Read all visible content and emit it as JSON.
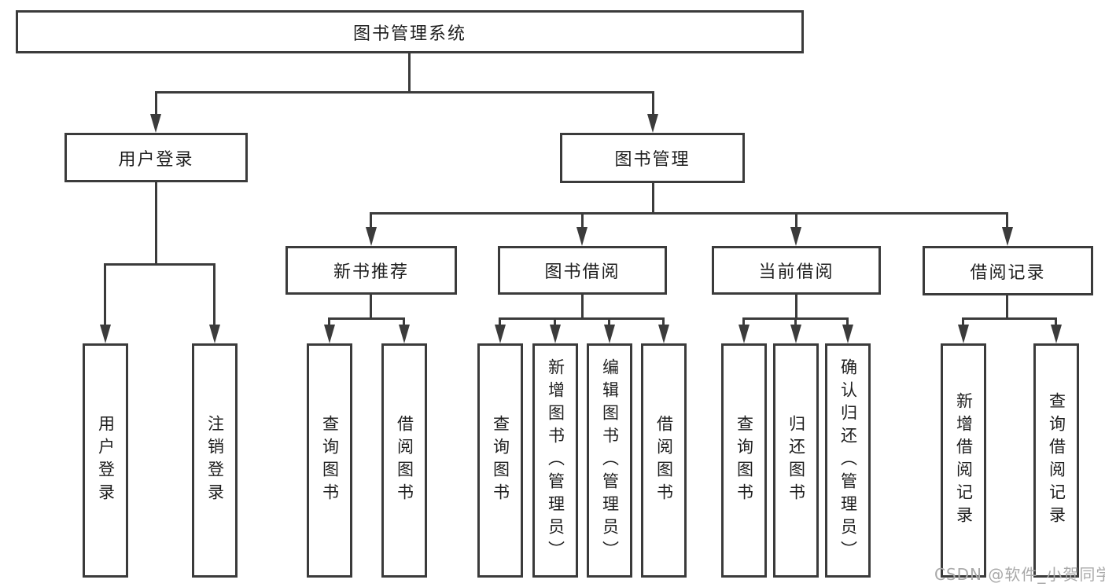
{
  "diagram": {
    "title": "图书管理系统",
    "type": "hierarchy-tree",
    "colors": {
      "line": "#3b3b3b",
      "text": "#1e1e1e",
      "background": "#ffffff",
      "watermark": "#a9a9a9"
    }
  },
  "watermark": {
    "text": "CSDN @软件_小贺同学"
  },
  "nodes": {
    "root": {
      "label": "图书管理系统"
    },
    "user_login": {
      "label": "用户登录"
    },
    "book_management": {
      "label": "图书管理"
    },
    "new_book_recommend": {
      "label": "新书推荐"
    },
    "book_borrowing": {
      "label": "图书借阅"
    },
    "current_borrowing": {
      "label": "当前借阅"
    },
    "borrowing_records": {
      "label": "借阅记录"
    },
    "login_user_login": {
      "label": "用户登录"
    },
    "login_logout": {
      "label": "注销登录"
    },
    "recommend_query_books": {
      "label": "查询图书"
    },
    "recommend_borrow_books": {
      "label": "借阅图书"
    },
    "borrow_query_books": {
      "label": "查询图书"
    },
    "borrow_add_books": {
      "label": "新增图书（管理员）"
    },
    "borrow_edit_books": {
      "label": "编辑图书（管理员）"
    },
    "borrow_borrow_books": {
      "label": "借阅图书"
    },
    "current_query_books": {
      "label": "查询图书"
    },
    "current_return_books": {
      "label": "归还图书"
    },
    "current_confirm_return": {
      "label": "确认归还（管理员）"
    },
    "records_add_record": {
      "label": "新增借阅记录"
    },
    "records_query_record": {
      "label": "查询借阅记录"
    }
  }
}
